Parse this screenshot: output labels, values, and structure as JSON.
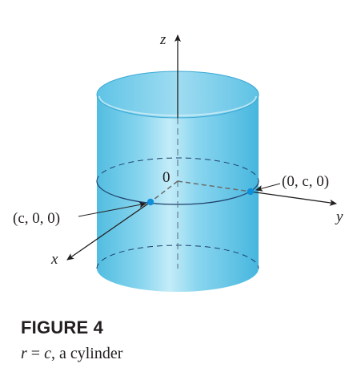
{
  "diagram": {
    "axis_z": "z",
    "axis_x": "x",
    "axis_y": "y",
    "origin": "0",
    "point_x_label": "(c, 0, 0)",
    "point_y_label": "(0, c, 0)",
    "fill_color": "#6ccbe8",
    "fill_light": "#b9e6f5",
    "point_color": "#0f8fd9"
  },
  "caption": {
    "heading": "FIGURE 4",
    "r": "r",
    "eq": " = ",
    "c": "c",
    "rest": ", a cylinder"
  }
}
